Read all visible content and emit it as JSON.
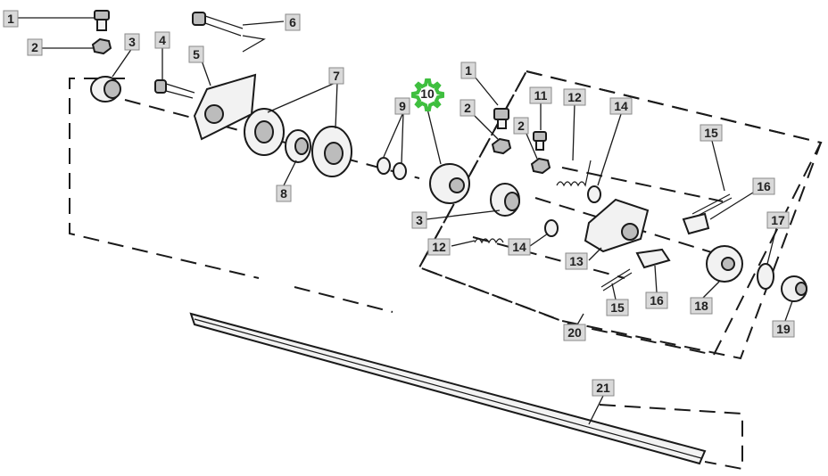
{
  "callouts": [
    {
      "id": "c1a",
      "label": "1"
    },
    {
      "id": "c2a",
      "label": "2"
    },
    {
      "id": "c3a",
      "label": "3"
    },
    {
      "id": "c4",
      "label": "4"
    },
    {
      "id": "c5",
      "label": "5"
    },
    {
      "id": "c6",
      "label": "6"
    },
    {
      "id": "c7",
      "label": "7"
    },
    {
      "id": "c8",
      "label": "8"
    },
    {
      "id": "c9",
      "label": "9"
    },
    {
      "id": "c10",
      "label": "10"
    },
    {
      "id": "c1b",
      "label": "1"
    },
    {
      "id": "c2b",
      "label": "2"
    },
    {
      "id": "c2c",
      "label": "2"
    },
    {
      "id": "c11",
      "label": "11"
    },
    {
      "id": "c12a",
      "label": "12"
    },
    {
      "id": "c14a",
      "label": "14"
    },
    {
      "id": "c15a",
      "label": "15"
    },
    {
      "id": "c16a",
      "label": "16"
    },
    {
      "id": "c17",
      "label": "17"
    },
    {
      "id": "c3b",
      "label": "3"
    },
    {
      "id": "c12b",
      "label": "12"
    },
    {
      "id": "c14b",
      "label": "14"
    },
    {
      "id": "c13",
      "label": "13"
    },
    {
      "id": "c15b",
      "label": "15"
    },
    {
      "id": "c16b",
      "label": "16"
    },
    {
      "id": "c18",
      "label": "18"
    },
    {
      "id": "c19",
      "label": "19"
    },
    {
      "id": "c20",
      "label": "20"
    },
    {
      "id": "c21",
      "label": "21"
    }
  ],
  "highlight": {
    "callout": "c10",
    "color": "#3fbf3f"
  }
}
